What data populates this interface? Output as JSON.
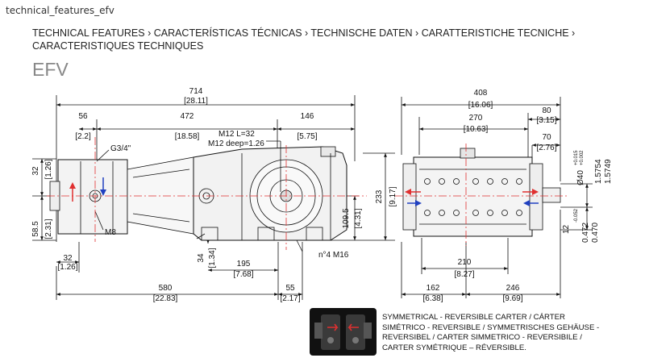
{
  "page": {
    "tab_title": "technical_features_efv",
    "header_line1": "TECHNICAL FEATURES › CARACTERÍSTICAS TÉCNICAS › TECHNISCHE DATEN ›  CARATTERISTICHE TECNICHE ›",
    "header_line2": "CARACTERISTIQUES TECHNIQUES",
    "model": "EFV"
  },
  "side_view": {
    "dims": {
      "d714": "714",
      "d714i": "[28.11]",
      "d56": "56",
      "d56i": "[2.2]",
      "d472": "472",
      "d472i": "[18.58]",
      "d146": "146",
      "d146i": "[5.75]",
      "d32v": "32",
      "d32vi": "[1.26]",
      "d58": "58.5",
      "d58i": "[2.31]",
      "d32h": "32",
      "d32hi": "[1.26]",
      "d34": "34",
      "d34i": "[1.34]",
      "d195": "195",
      "d195i": "[7.68]",
      "d109": "109.5",
      "d109i": "[4.31]",
      "d233": "233",
      "d233i": "[9.17]",
      "d580": "580",
      "d580i": "[22.83]",
      "d55": "55",
      "d55i": "[2.17]"
    },
    "labels": {
      "g34": "G3/4\"",
      "m12a": "M12 L=32",
      "m12b": "M12 deep=1.26",
      "m8": "M8",
      "m16": "n°4 M16"
    }
  },
  "front_view": {
    "dims": {
      "d408": "408",
      "d408i": "[16.06]",
      "d80": "80",
      "d80i": "[3.15]",
      "d270": "270",
      "d270i": "[10.63]",
      "d70": "70",
      "d70i": "[2.76]",
      "d210": "210",
      "d210i": "[8.27]",
      "d162": "162",
      "d162i": "[6.38]",
      "d246": "246",
      "d246i": "[9.69]",
      "phi": "Ø40",
      "tol_up": "+0.015",
      "tol_dn": "+0.002",
      "phi_in1": "1.5754",
      "phi_in2": "1.5749",
      "d12": "12",
      "d12tol": "-0.052",
      "d12_in1": "0.472",
      "d12_in2": "0.470"
    }
  },
  "legend": {
    "line1": "SYMMETRICAL - REVERSIBLE CARTER / CÁRTER",
    "line2": "SIMÉTRICO - REVERSIBLE / SYMMETRISCHES GEHÄUSE -",
    "line3": "REVERSIBEL / CARTER SIMMETRICO - REVERSIBILE /",
    "line4": "CARTER SYMÉTRIQUE – RÉVERSIBLE."
  },
  "colors": {
    "centerline": "#e03030",
    "arrow_red": "#e03030",
    "arrow_blue": "#2040c0"
  }
}
